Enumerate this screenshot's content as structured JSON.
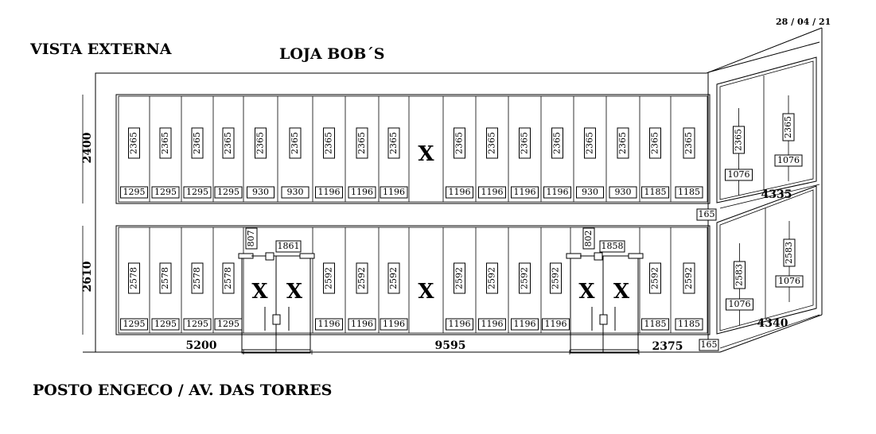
{
  "titles": {
    "view": "VISTA EXTERNA",
    "store": "LOJA BOB´S",
    "location": "POSTO ENGECO / AV. DAS TORRES",
    "date": "28 / 04 / 21"
  },
  "dims": {
    "height_top": "2400",
    "height_bottom": "2610",
    "width_left": "5200",
    "width_mid": "9595",
    "width_right": "2375",
    "width_side_top": "4335",
    "width_side_bottom": "4340",
    "gap_top": "165",
    "gap_bottom": "165",
    "door1_height": "807",
    "door1_width": "1861",
    "door2_height": "802",
    "door2_width": "1858"
  },
  "top_panels": [
    {
      "h": "2365",
      "w": "1295"
    },
    {
      "h": "2365",
      "w": "1295"
    },
    {
      "h": "2365",
      "w": "1295"
    },
    {
      "h": "2365",
      "w": "1295"
    },
    {
      "h": "2365",
      "w": "930"
    },
    {
      "h": "2365",
      "w": "930"
    },
    {
      "h": "2365",
      "w": "1196"
    },
    {
      "h": "2365",
      "w": "1196"
    },
    {
      "h": "2365",
      "w": "1196"
    },
    {
      "x": "X"
    },
    {
      "h": "2365",
      "w": "1196"
    },
    {
      "h": "2365",
      "w": "1196"
    },
    {
      "h": "2365",
      "w": "1196"
    },
    {
      "h": "2365",
      "w": "1196"
    },
    {
      "h": "2365",
      "w": "930"
    },
    {
      "h": "2365",
      "w": "930"
    },
    {
      "h": "2365",
      "w": "1185"
    },
    {
      "h": "2365",
      "w": "1185"
    }
  ],
  "bottom_panels": [
    {
      "h": "2578",
      "w": "1295"
    },
    {
      "h": "2578",
      "w": "1295"
    },
    {
      "h": "2578",
      "w": "1295"
    },
    {
      "h": "2578",
      "w": "1295"
    },
    {
      "x": "X"
    },
    {
      "x": "X"
    },
    {
      "h": "2592",
      "w": "1196"
    },
    {
      "h": "2592",
      "w": "1196"
    },
    {
      "h": "2592",
      "w": "1196"
    },
    {
      "x": "X"
    },
    {
      "h": "2592",
      "w": "1196"
    },
    {
      "h": "2592",
      "w": "1196"
    },
    {
      "h": "2592",
      "w": "1196"
    },
    {
      "h": "2592",
      "w": "1196"
    },
    {
      "x": "X"
    },
    {
      "x": "X"
    },
    {
      "h": "2592",
      "w": "1185"
    },
    {
      "h": "2592",
      "w": "1185"
    }
  ],
  "side_top_panels": [
    {
      "h": "2365",
      "w": "1076"
    },
    {
      "h": "2365",
      "w": "1076"
    }
  ],
  "side_bottom_panels": [
    {
      "h": "2583",
      "w": "1076"
    },
    {
      "h": "2583",
      "w": "1076"
    }
  ]
}
